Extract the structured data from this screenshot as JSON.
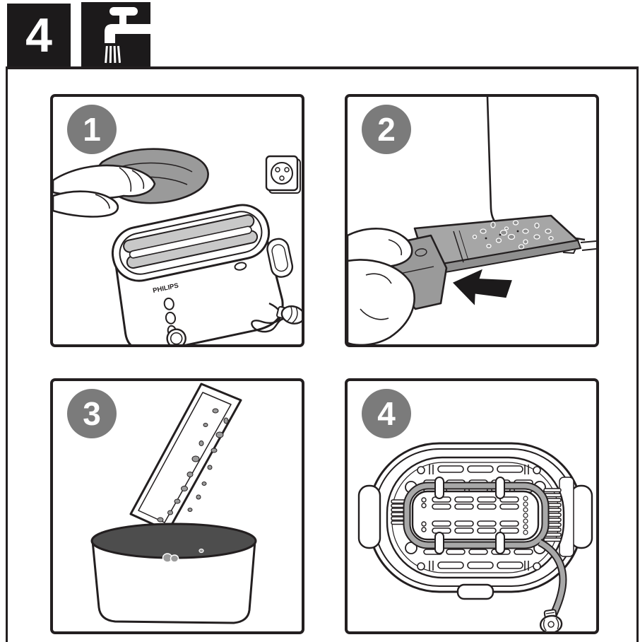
{
  "header": {
    "step_number": "4",
    "icon": "tap-rinse-icon"
  },
  "panels": [
    {
      "badge": "1",
      "brand": "PHILIPS"
    },
    {
      "badge": "2"
    },
    {
      "badge": "3"
    },
    {
      "badge": "4"
    }
  ],
  "colors": {
    "ink": "#231f20",
    "paper": "#ffffff",
    "badge_gray": "#7b7b7b",
    "cloth_gray": "#9a9a9a",
    "tray_gray": "#a6a6a6",
    "slot_gray": "#c8c8c8",
    "bin_lid_gray": "#4d4d4d",
    "cord_gray": "#a8a8a8",
    "crumb_gray": "#8f8f8f"
  }
}
